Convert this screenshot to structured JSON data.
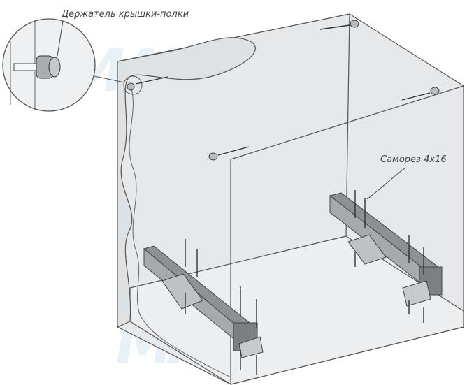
{
  "labels": {
    "lid_holder": "Держатель крышки-полки",
    "screw": "Саморез 4х16"
  },
  "watermark": "MAM",
  "colors": {
    "cabinet_fill": "#e4e6e8",
    "cabinet_light": "#eef0f1",
    "outline": "#555555",
    "rail": "#8d9194",
    "rail_dark": "#5f6366",
    "watermark": "#cfe2ee"
  }
}
